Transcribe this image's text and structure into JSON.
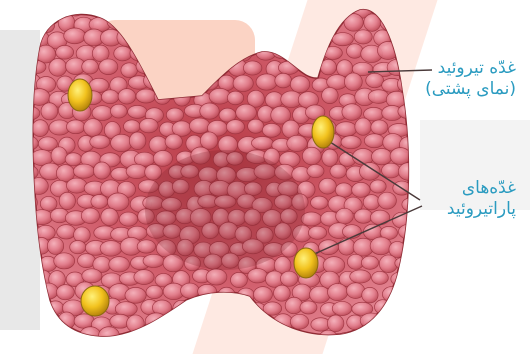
{
  "labels": {
    "thyroid_line1": "غدّه تیروئید",
    "thyroid_line2": "(نمای پشتی)",
    "parathyroid_line1": "غدّه‌های",
    "parathyroid_line2": "پاراتیروئید"
  },
  "colors": {
    "label_text": "#2a9bc0",
    "tissue_dark": "#a8343e",
    "tissue_mid": "#cf5a68",
    "tissue_light": "#e88f9b",
    "gland_yellow": "#f2c21e",
    "leader_line": "#4a3a3a"
  }
}
